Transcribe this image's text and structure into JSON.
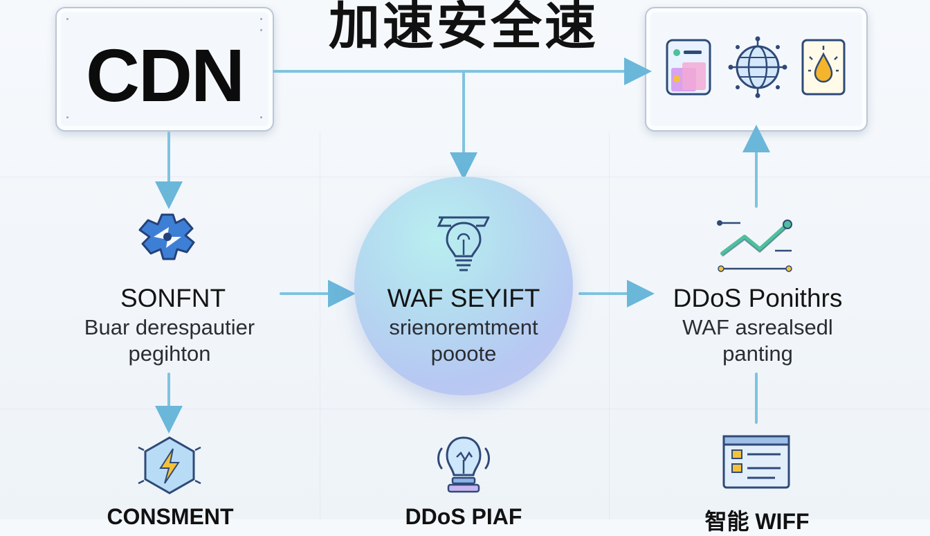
{
  "title": "加速安全速",
  "cdn_card": {
    "label": "CDN"
  },
  "left_node": {
    "title": "SONFNT",
    "subtitle_line1": "Buar derespautier",
    "subtitle_line2": "pegihton"
  },
  "center_node": {
    "title": "WAF SEYIFT",
    "subtitle_line1": "srienoremtment",
    "subtitle_line2": "pooote"
  },
  "right_node": {
    "title": "DDoS Ponithrs",
    "subtitle_line1": "WAF asrealsedl",
    "subtitle_line2": "panting"
  },
  "bottom_labels": {
    "left": "CONSMENT",
    "center": "DDoS PIAF",
    "right": "智能 WIFF"
  },
  "icons": {
    "top_right_card": [
      "app-panel-icon",
      "globe-network-icon",
      "drop-alert-icon"
    ],
    "left": "recycle-gear-icon",
    "center": "lightbulb-icon",
    "right": "line-chart-icon",
    "bottom_left": "hexagon-bolt-icon",
    "bottom_center": "glowing-bulb-icon",
    "bottom_right": "checklist-window-icon"
  },
  "colors": {
    "arrow": "#7fc3e0",
    "arrow_head": "#6ab7da",
    "card_border": "#b9c7d8",
    "icon_stroke": "#2f4a78",
    "icon_accent": "#f4c23a"
  }
}
